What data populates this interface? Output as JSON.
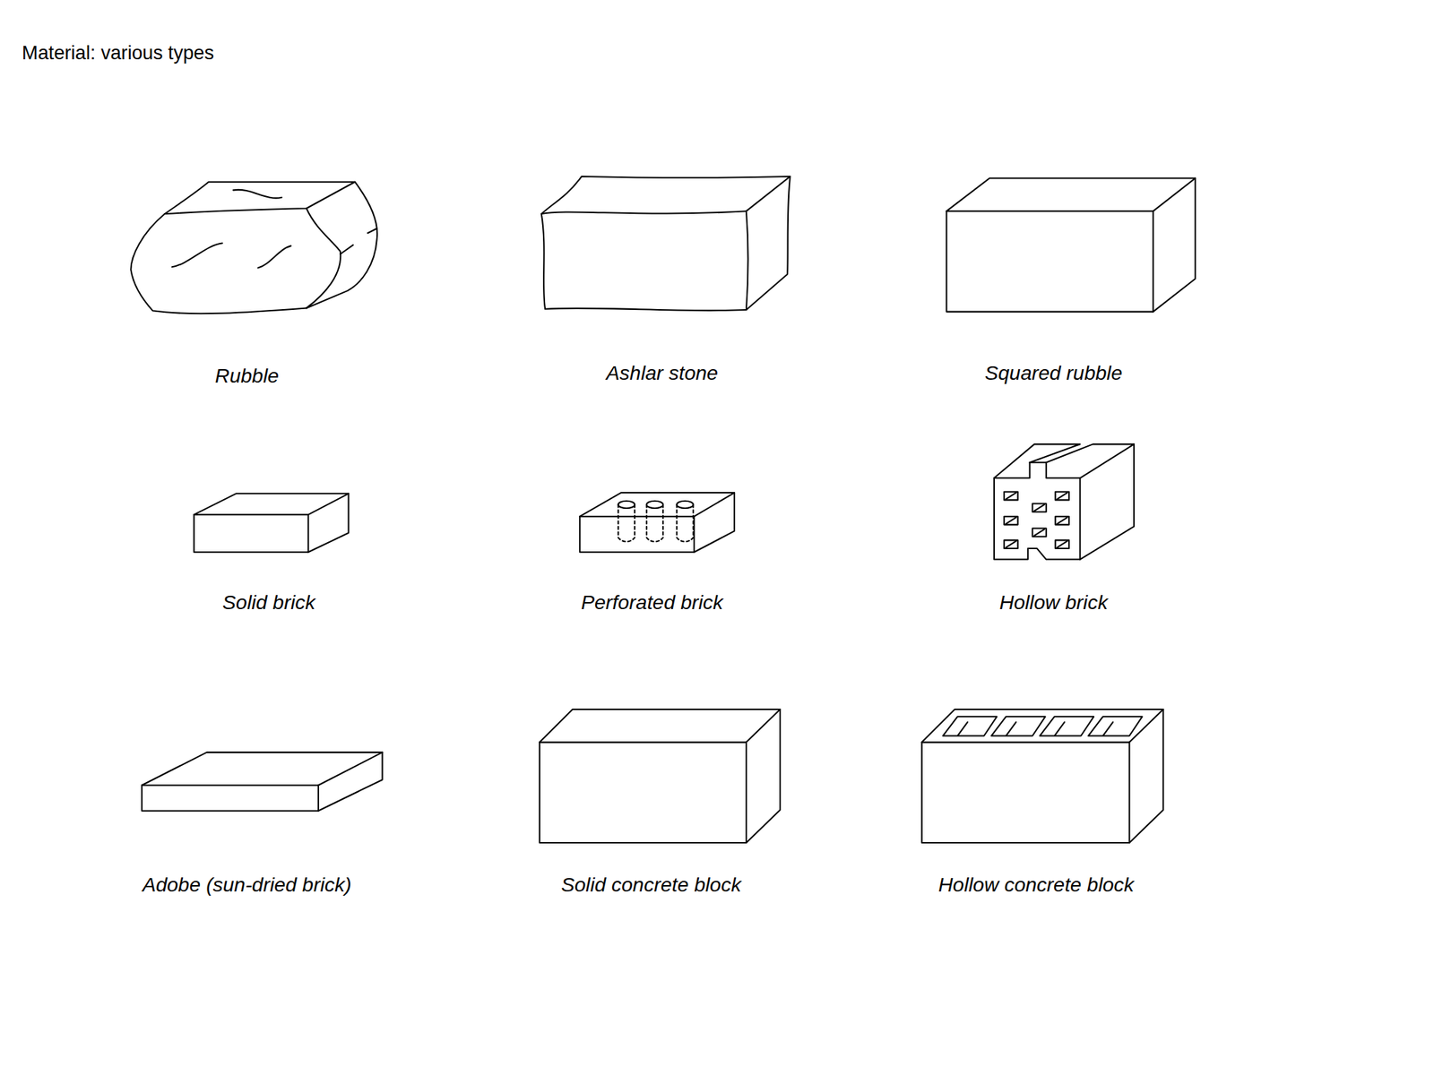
{
  "diagram": {
    "title": "Material: various types",
    "labels": [
      "Rubble",
      "Ashlar stone",
      "Squared rubble",
      "Solid brick",
      "Perforated brick",
      "Hollow brick",
      "Adobe (sun-dried brick)",
      "Solid concrete block",
      "Hollow concrete block"
    ]
  }
}
